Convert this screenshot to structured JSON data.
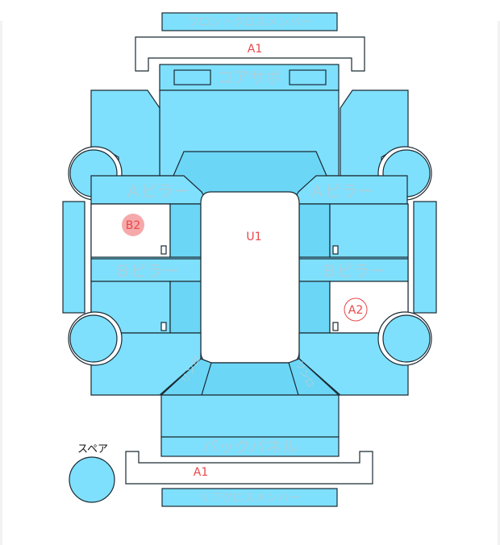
{
  "labels": {
    "front_cross_member": "フロントクロスメンバー",
    "core_support": "コアサポ",
    "a_pillar_left": "Ａピラー",
    "a_pillar_right": "Ａピラー",
    "b_pillar_left": "Ｂピラー",
    "b_pillar_right": "Ｂピラー",
    "back_panel": "バックパネル",
    "rear_cross_member": "リアクロスメンバー",
    "rear_left_small": "リンロ",
    "rear_right_small": "リンロ",
    "spare": "スペア"
  },
  "markers": {
    "a1_top": "A1",
    "a1_bottom": "A1",
    "u1": "U1",
    "b2": "B2",
    "a2": "A2"
  },
  "colors": {
    "panel": "#7fe0fd",
    "panel_dark": "#6cd6f6",
    "outline": "#1a2a33",
    "label_text": "#a8d0dc",
    "marker_red": "#e8484a",
    "b2_fill": "#f6a9aa"
  }
}
